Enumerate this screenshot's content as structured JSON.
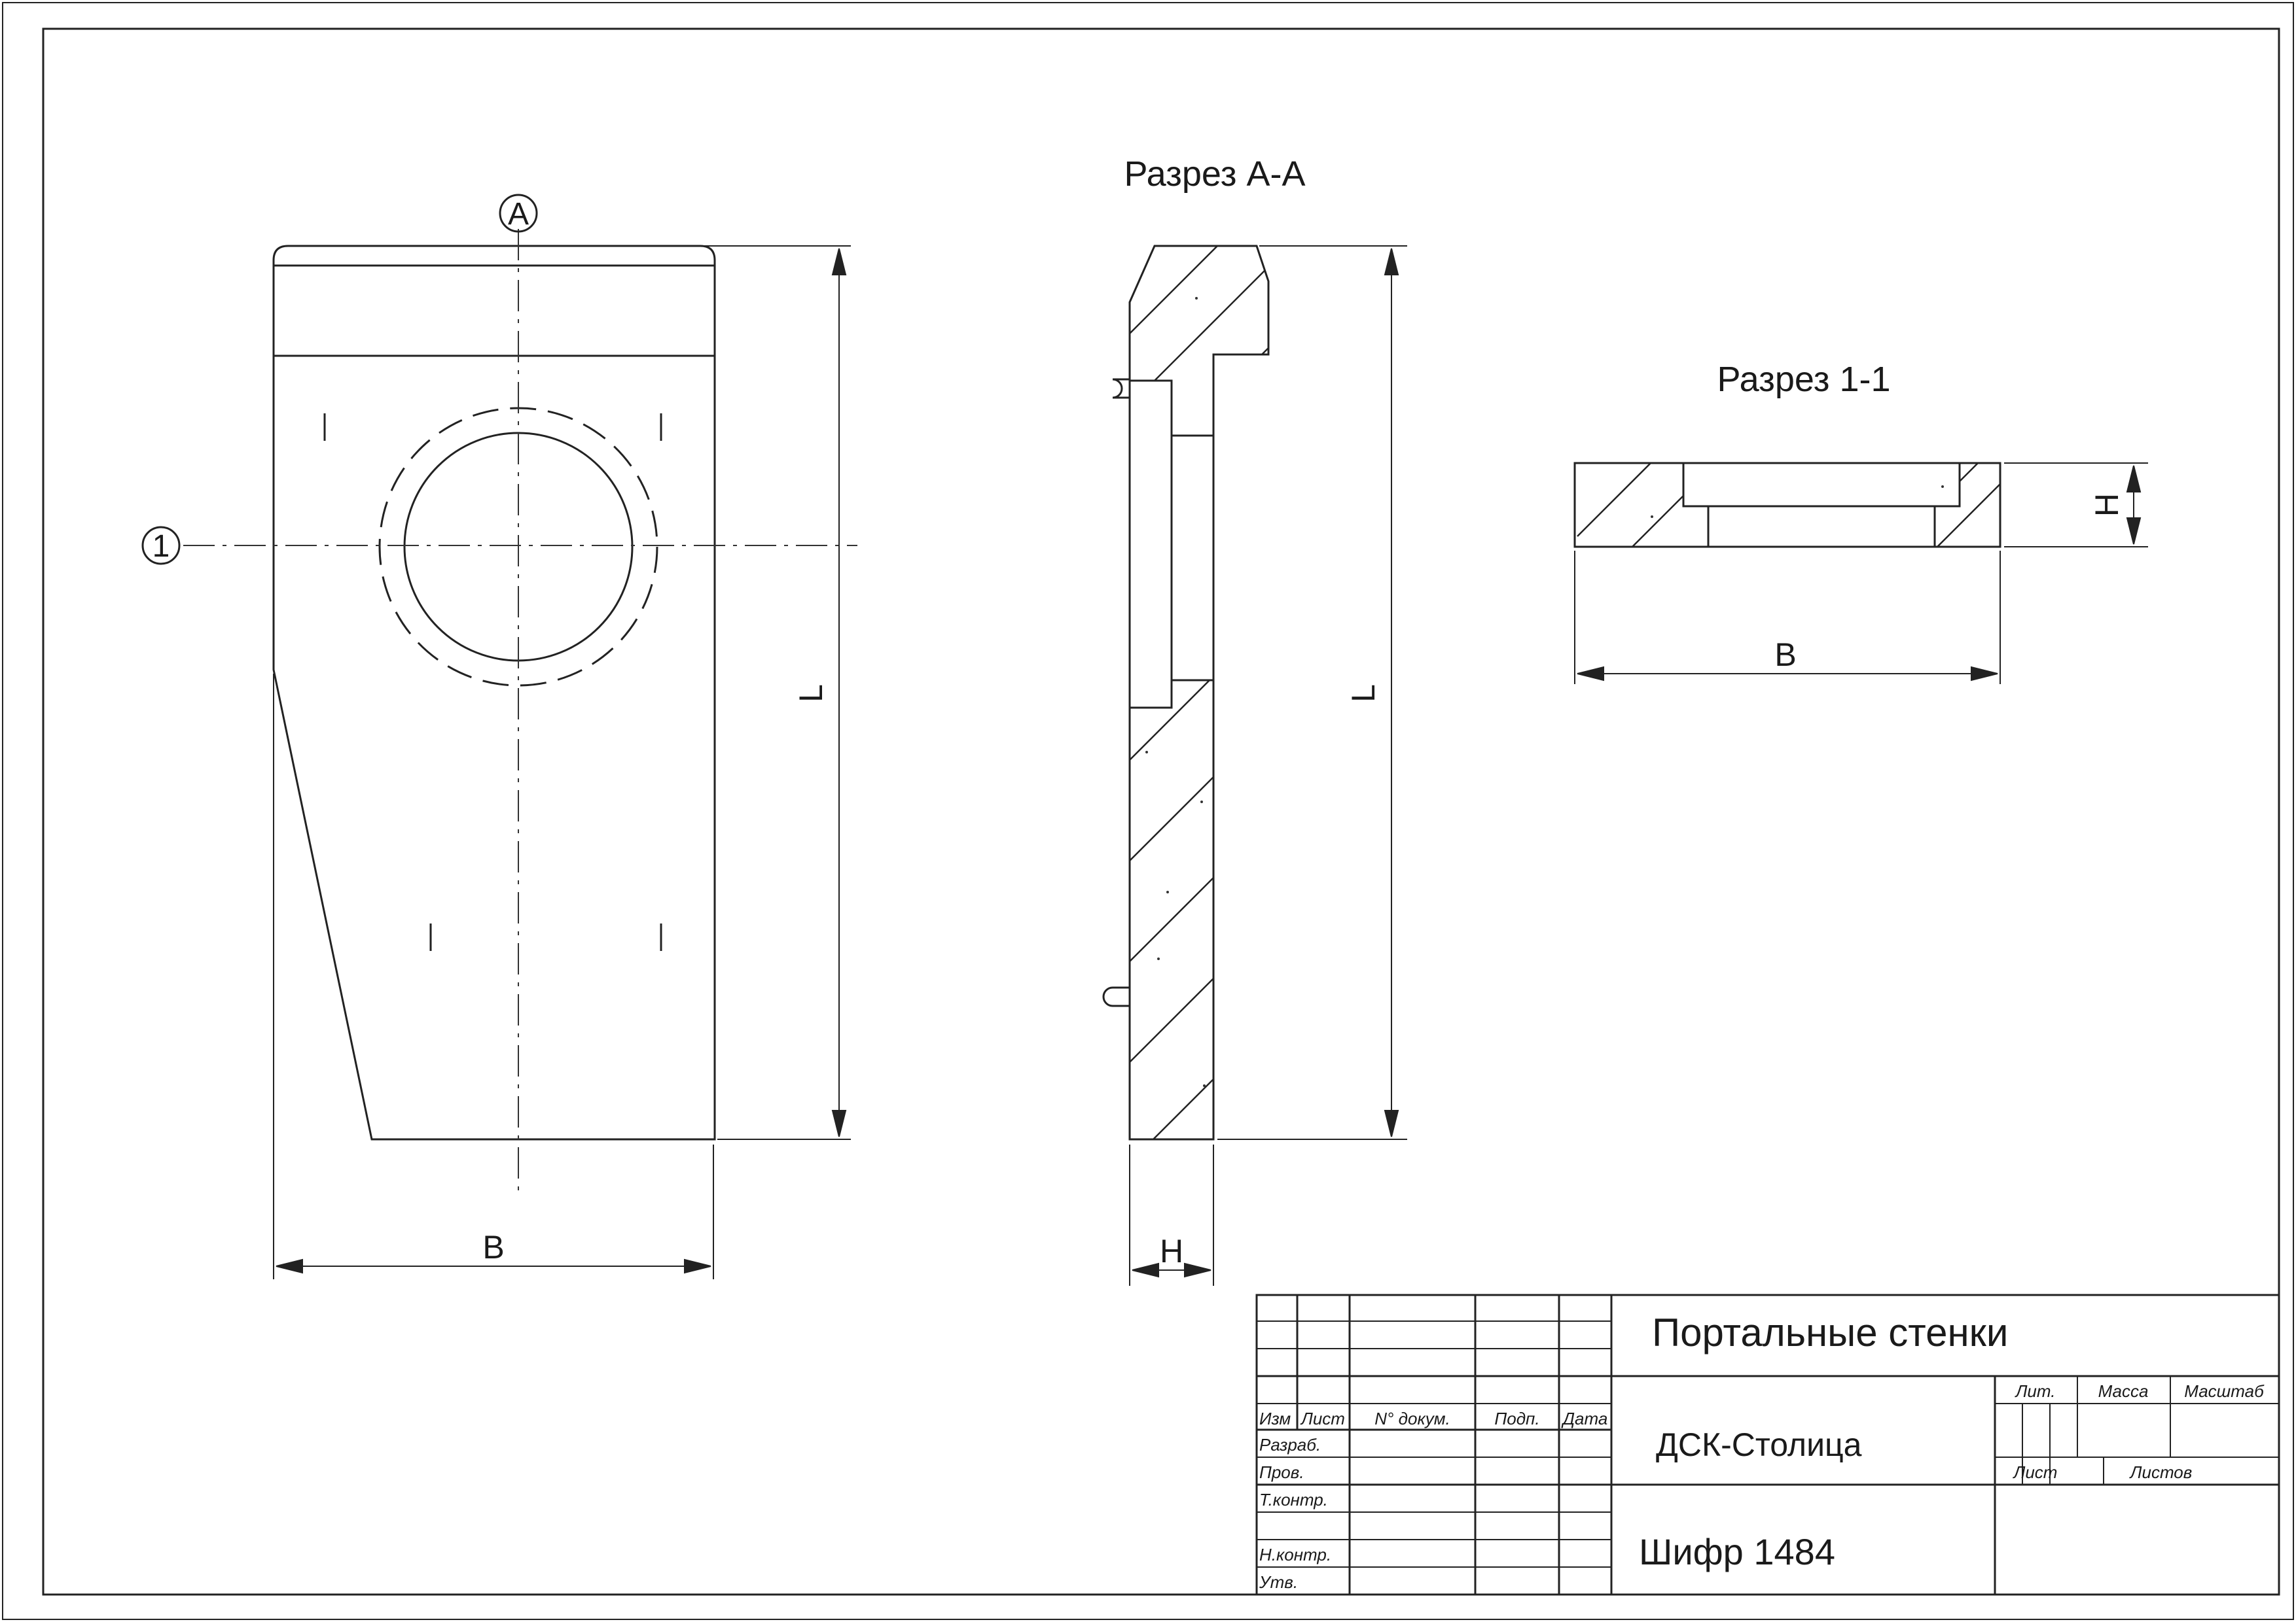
{
  "views": {
    "section_aa_title": "Разрез А-А",
    "section_11_title": "Разрез 1-1",
    "cut_marker_a": "А",
    "cut_marker_1": "1",
    "dim_l": "L",
    "dim_b": "B",
    "dim_h": "H"
  },
  "title_block": {
    "name": "Портальные стенки",
    "organization": "ДСК-Столица",
    "code": "Шифр 1484",
    "headers": {
      "izm": "Изм",
      "list": "Лист",
      "doc_no": "N° докум.",
      "signature": "Подп.",
      "date": "Дата"
    },
    "roles": {
      "developed": "Разраб.",
      "checked": "Пров.",
      "tech_control": "Т.контр.",
      "norm_control": "Н.контр.",
      "approved": "Утв."
    },
    "lit": "Лит.",
    "mass": "Масса",
    "scale": "Масштаб",
    "sheet": "Лист",
    "sheets": "Листов"
  }
}
